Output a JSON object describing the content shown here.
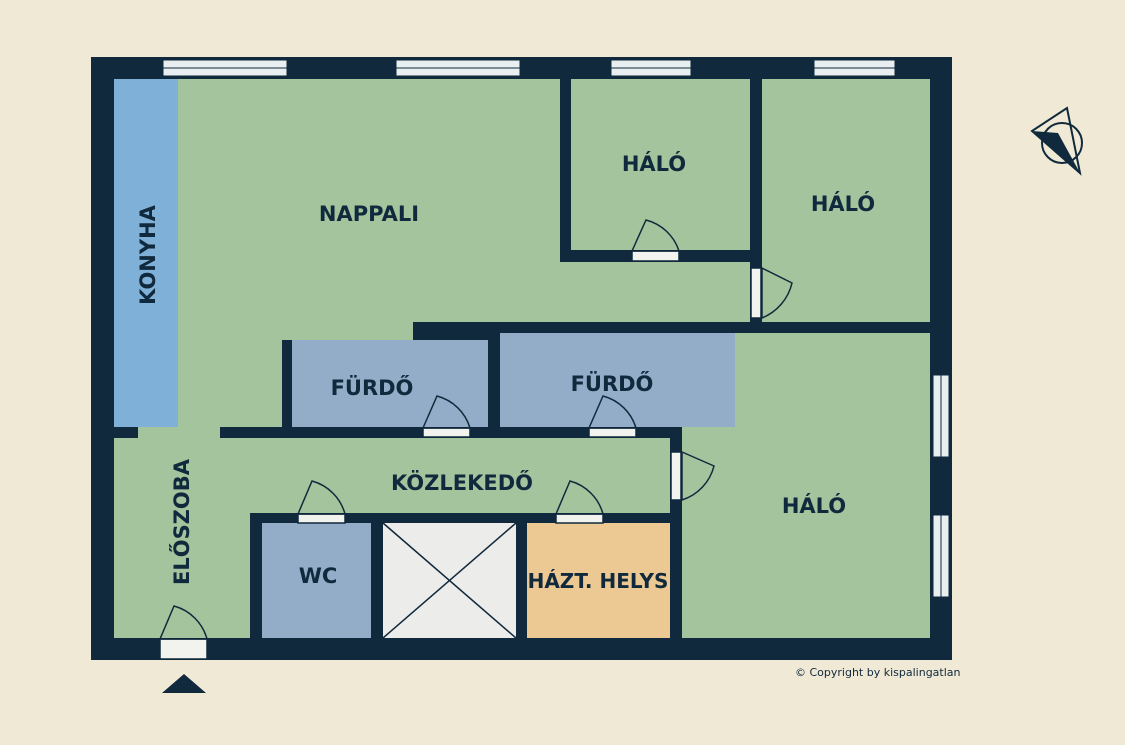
{
  "rooms": {
    "nappali": "NAPPALI",
    "halo1": "HÁLÓ",
    "halo2": "HÁLÓ",
    "halo3": "HÁLÓ",
    "konyha": "KONYHA",
    "furdo1": "FÜRDŐ",
    "furdo2": "FÜRDŐ",
    "kozlekedo": "KÖZLEKEDŐ",
    "eloszoba": "ELŐSZOBA",
    "wc": "WC",
    "haztartasi": "HÁZT. HELYS"
  },
  "copyright": "© Copyright by kispalingatlan",
  "colors": {
    "background": "#efe9d6",
    "wall": "#10293c",
    "living": "#a3c49d",
    "kitchen": "#7fb0d8",
    "wet": "#93adc8",
    "utility": "#ecc892",
    "shaft": "#ececea"
  }
}
